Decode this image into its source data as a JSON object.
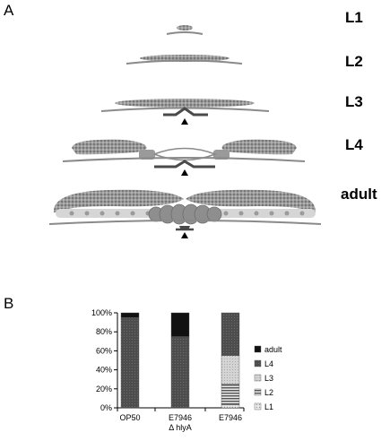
{
  "panels": {
    "a_letter": "A",
    "b_letter": "B"
  },
  "stages": [
    {
      "label": "L1"
    },
    {
      "label": "L2"
    },
    {
      "label": "L3"
    },
    {
      "label": "L4"
    },
    {
      "label": "adult"
    }
  ],
  "colors": {
    "gonad_fill": "#8c8c8c",
    "cuticle_line": "#8a8a8a",
    "vulva_dark": "#4a4a4a"
  },
  "chart_data": {
    "type": "bar",
    "stacked": true,
    "percent": true,
    "categories": [
      "OP50",
      "E7946\nΔ hlyA",
      "E7946"
    ],
    "category_lines": [
      [
        "OP50"
      ],
      [
        "E7946",
        "Δ hlyA"
      ],
      [
        "E7946"
      ]
    ],
    "series": [
      {
        "name": "L1",
        "values": [
          0,
          0,
          3
        ],
        "pattern": "dots",
        "color": "#d8d8d8"
      },
      {
        "name": "L2",
        "values": [
          0,
          0,
          22
        ],
        "pattern": "hstripes",
        "color": "#9a9a9a"
      },
      {
        "name": "L3",
        "values": [
          0,
          0,
          30
        ],
        "pattern": "light",
        "color": "#cfcfcf"
      },
      {
        "name": "L4",
        "values": [
          95,
          75,
          45
        ],
        "pattern": "dark",
        "color": "#4d4d4d"
      },
      {
        "name": "adult",
        "values": [
          5,
          25,
          0
        ],
        "pattern": "solid",
        "color": "#111111"
      }
    ],
    "legend_order": [
      "adult",
      "L4",
      "L3",
      "L2",
      "L1"
    ],
    "legend_position": "right",
    "yticks": [
      "0%",
      "20%",
      "40%",
      "60%",
      "80%",
      "100%"
    ],
    "ylim": [
      0,
      100
    ],
    "grid": false
  }
}
